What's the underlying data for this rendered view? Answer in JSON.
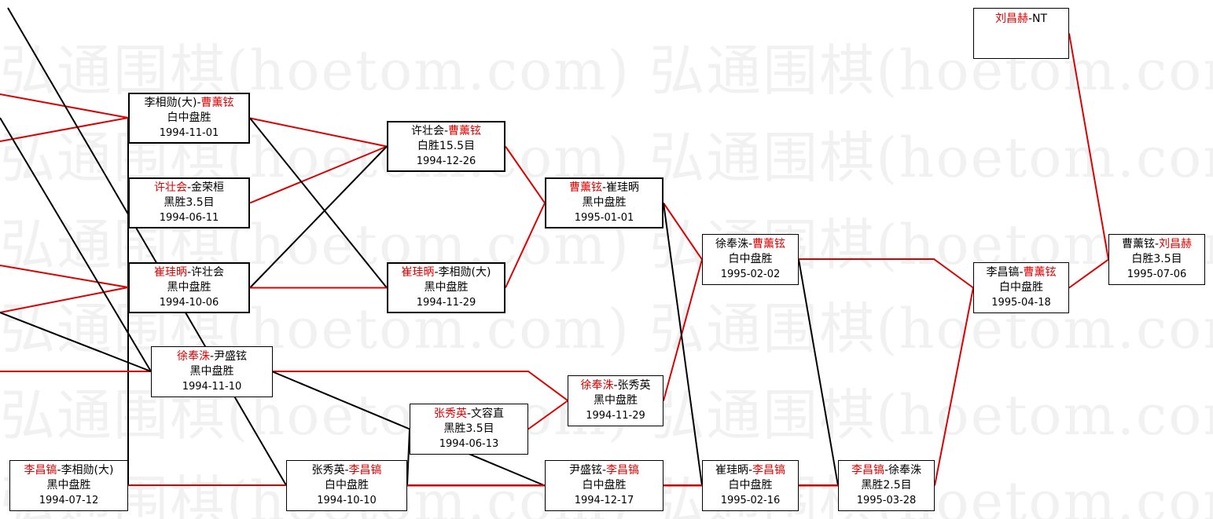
{
  "watermark": "弘通围棋(hoetom.com)",
  "colors": {
    "winner": "#e30000",
    "line_red": "#dd0000",
    "line_black": "#000000",
    "border": "#000000"
  },
  "games": [
    {
      "id": "g1",
      "p1": "刘昌赫",
      "sep": "-",
      "p2": "NT",
      "winner": 1,
      "result": "",
      "date": ""
    },
    {
      "id": "g2",
      "p1": "李相勋(大)",
      "sep": "-",
      "p2": "曹薰铉",
      "winner": 2,
      "result": "白中盘胜",
      "date": "1994-11-01"
    },
    {
      "id": "g3",
      "p1": "许壮会",
      "sep": "-",
      "p2": "曹薰铉",
      "winner": 2,
      "result": "白胜15.5目",
      "date": "1994-12-26"
    },
    {
      "id": "g4",
      "p1": "许壮会",
      "sep": "-",
      "p2": "金荣桓",
      "winner": 1,
      "result": "黑胜3.5目",
      "date": "1994-06-11"
    },
    {
      "id": "g5",
      "p1": "曹薰铉",
      "sep": "-",
      "p2": "崔珪昞",
      "winner": 1,
      "result": "黑中盘胜",
      "date": "1995-01-01"
    },
    {
      "id": "g6",
      "p1": "徐奉洙",
      "sep": "-",
      "p2": "曹薰铉",
      "winner": 2,
      "result": "白中盘胜",
      "date": "1995-02-02"
    },
    {
      "id": "g7",
      "p1": "曹薰铉",
      "sep": "-",
      "p2": "刘昌赫",
      "winner": 2,
      "result": "白胜3.5目",
      "date": "1995-07-06"
    },
    {
      "id": "g8",
      "p1": "李昌镐",
      "sep": "-",
      "p2": "曹薰铉",
      "winner": 2,
      "result": "白中盘胜",
      "date": "1995-04-18"
    },
    {
      "id": "g9",
      "p1": "崔珪昞",
      "sep": "-",
      "p2": "许壮会",
      "winner": 1,
      "result": "黑中盘胜",
      "date": "1994-10-06"
    },
    {
      "id": "g10",
      "p1": "崔珪昞",
      "sep": "-",
      "p2": "李相勋(大)",
      "winner": 1,
      "result": "黑中盘胜",
      "date": "1994-11-29"
    },
    {
      "id": "g11",
      "p1": "徐奉洙",
      "sep": "-",
      "p2": "尹盛铉",
      "winner": 1,
      "result": "黑中盘胜",
      "date": "1994-11-10"
    },
    {
      "id": "g12",
      "p1": "徐奉洙",
      "sep": "-",
      "p2": "张秀英",
      "winner": 1,
      "result": "黑中盘胜",
      "date": "1994-11-29"
    },
    {
      "id": "g13",
      "p1": "张秀英",
      "sep": "-",
      "p2": "文容直",
      "winner": 1,
      "result": "黑胜3.5目",
      "date": "1994-06-13"
    },
    {
      "id": "g14",
      "p1": "李昌镐",
      "sep": "-",
      "p2": "李相勋(大)",
      "winner": 1,
      "result": "黑中盘胜",
      "date": "1994-07-12"
    },
    {
      "id": "g15",
      "p1": "张秀英",
      "sep": "-",
      "p2": "李昌镐",
      "winner": 2,
      "result": "白中盘胜",
      "date": "1994-10-10"
    },
    {
      "id": "g16",
      "p1": "尹盛铉",
      "sep": "-",
      "p2": "李昌镐",
      "winner": 2,
      "result": "白中盘胜",
      "date": "1994-12-17"
    },
    {
      "id": "g17",
      "p1": "崔珪昞",
      "sep": "-",
      "p2": "李昌镐",
      "winner": 2,
      "result": "白中盘胜",
      "date": "1995-02-16"
    },
    {
      "id": "g18",
      "p1": "李昌镐",
      "sep": "-",
      "p2": "徐奉洙",
      "winner": 1,
      "result": "黑胜2.5目",
      "date": "1995-03-28"
    }
  ],
  "links": [
    {
      "from": "g2",
      "to": "g3",
      "color": "red"
    },
    {
      "from": "g4",
      "to": "g3",
      "color": "red"
    },
    {
      "from": "g9",
      "to": "g3",
      "color": "black"
    },
    {
      "from": "g2",
      "to": "g10",
      "color": "black"
    },
    {
      "from": "g9",
      "to": "g10",
      "color": "red"
    },
    {
      "from": "g3",
      "to": "g5",
      "color": "red"
    },
    {
      "from": "g10",
      "to": "g5",
      "color": "red"
    },
    {
      "from": "g5",
      "to": "g6",
      "color": "red"
    },
    {
      "from": "g12",
      "to": "g6",
      "color": "red"
    },
    {
      "from": "g11",
      "to": "g12",
      "color": "red"
    },
    {
      "from": "g13",
      "to": "g12",
      "color": "red"
    },
    {
      "from": "g15",
      "to": "g13",
      "color": "black"
    },
    {
      "from": "g14",
      "to": "g15",
      "color": "red"
    },
    {
      "from": "g11",
      "to": "g16",
      "color": "black"
    },
    {
      "from": "g15",
      "to": "g16",
      "color": "red"
    },
    {
      "from": "g5",
      "to": "g17",
      "color": "black"
    },
    {
      "from": "g16",
      "to": "g17",
      "color": "red"
    },
    {
      "from": "g6",
      "to": "g18",
      "color": "black"
    },
    {
      "from": "g17",
      "to": "g18",
      "color": "red"
    },
    {
      "from": "g6",
      "to": "g8",
      "color": "red"
    },
    {
      "from": "g18",
      "to": "g8",
      "color": "red"
    },
    {
      "from": "g8",
      "to": "g7",
      "color": "red"
    },
    {
      "from": "g1",
      "to": "g7",
      "color": "red"
    },
    {
      "from": "g14",
      "to": "g11",
      "color": "black"
    },
    {
      "from": "g14",
      "to": "g9",
      "color": "black"
    },
    {
      "from": "g14",
      "to": "g2",
      "color": "black"
    }
  ]
}
